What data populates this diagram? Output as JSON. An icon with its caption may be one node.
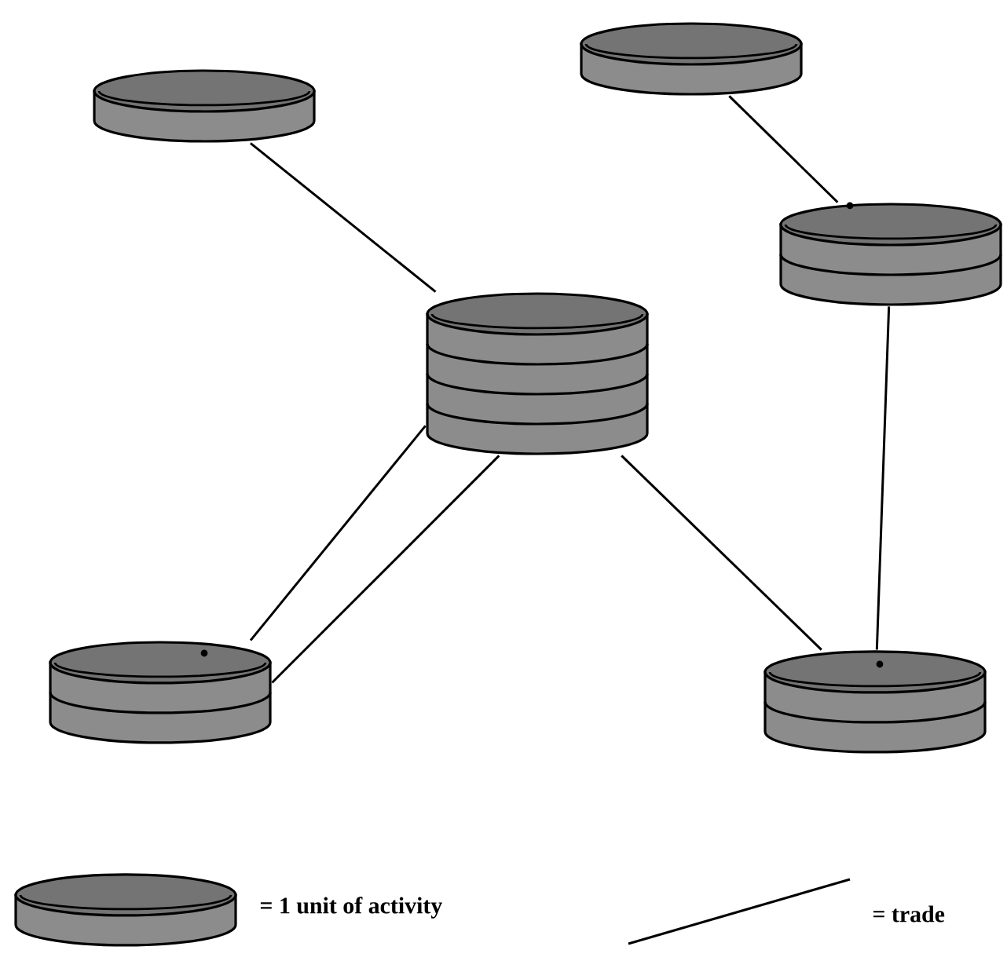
{
  "diagram": {
    "nodes": [
      {
        "text": [],
        "shape": "cylinder"
      },
      {
        "text": [],
        "shape": "cylinder"
      },
      {
        "text": [],
        "shape": "cylinder"
      },
      {
        "text": [],
        "shape": "cylinder"
      },
      {
        "text": [],
        "shape": "cylinder"
      },
      {
        "text": [],
        "shape": "cylinder"
      }
    ],
    "edges": [
      {
        "from": 1,
        "to": 3,
        "arrow": "none"
      },
      {
        "from": 0,
        "to": 2,
        "arrow": "none"
      },
      {
        "from": 2,
        "to": 5,
        "arrow": "none"
      },
      {
        "from": 3,
        "to": 4,
        "arrow": "none"
      },
      {
        "from": 3,
        "to": 4,
        "arrow": "none"
      },
      {
        "from": 3,
        "to": 5,
        "arrow": "none"
      }
    ],
    "legend": [
      {
        "text": "= 1 unit of activity"
      },
      {
        "text": "= trade"
      }
    ]
  }
}
